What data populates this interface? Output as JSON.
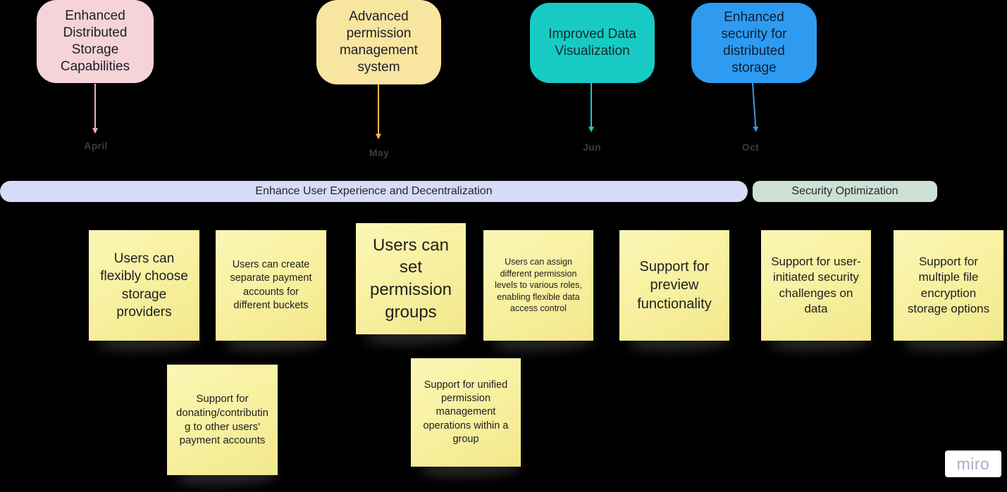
{
  "board": {
    "background": "#000000"
  },
  "milestones": [
    {
      "title": "Enhanced Distributed Storage Capabilities",
      "month": "April",
      "fill": "#F5D3D8",
      "line": "#F2A9BE",
      "text_color": "#1d1d28"
    },
    {
      "title": "Advanced permission management system",
      "month": "May",
      "fill": "#F7E5A0",
      "line": "#EEBD3B",
      "text_color": "#1d1d28"
    },
    {
      "title": "Improved Data Visualization",
      "month": "Jun",
      "fill": "#17CBC4",
      "line": "#17CBC4",
      "text_color": "#0e2a2a"
    },
    {
      "title": "Enhanced security for distributed storage",
      "month": "Oct",
      "fill": "#2E9BF0",
      "line": "#2E9BF0",
      "text_color": "#0e1e33"
    }
  ],
  "phases": [
    {
      "label": "Enhance User Experience and Decentralization",
      "fill": "#D7DBF7"
    },
    {
      "label": "Security Optimization",
      "fill": "#CBE1D3"
    }
  ],
  "sticky_notes": [
    {
      "text": "Users can flexibly choose storage providers"
    },
    {
      "text": "Users can create separate payment accounts for different buckets"
    },
    {
      "text": "Users can set permission groups"
    },
    {
      "text": "Users can assign different permission levels to various roles, enabling flexible data access control"
    },
    {
      "text": "Support for preview functionality"
    },
    {
      "text": "Support for user-initiated security challenges on data"
    },
    {
      "text": "Support for multiple file encryption storage options"
    },
    {
      "text": "Support for donating/contributing to other users' payment accounts"
    },
    {
      "text": "Support for unified permission management operations within a group"
    }
  ],
  "sticky_fill": "#F8F1A2",
  "watermark": "miro"
}
